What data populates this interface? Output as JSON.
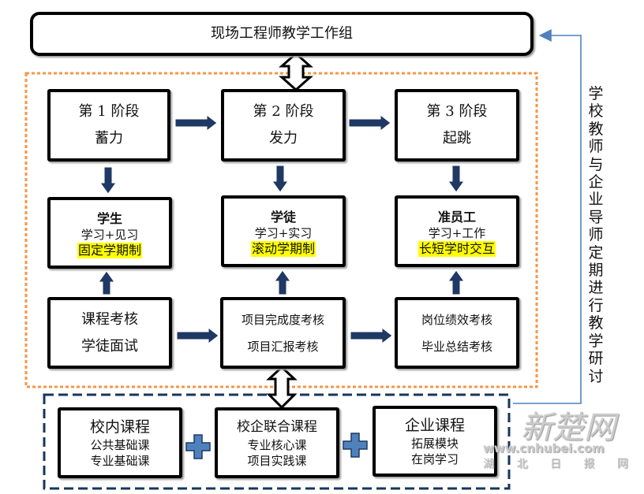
{
  "top_box": {
    "label": "现场工程师教学工作组"
  },
  "stages": [
    {
      "title": "第 1 阶段",
      "subtitle": "蓄力"
    },
    {
      "title": "第 2 阶段",
      "subtitle": "发力"
    },
    {
      "title": "第 3 阶段",
      "subtitle": "起跳"
    }
  ],
  "roles": [
    {
      "name": "学生",
      "mode": "学习+见习",
      "system": "固定学期制"
    },
    {
      "name": "学徒",
      "mode": "学习+实习",
      "system": "滚动学期制"
    },
    {
      "name": "准员工",
      "mode": "学习+工作",
      "system": "长短学时交互"
    }
  ],
  "assessments": [
    {
      "line1": "课程考核",
      "line2": "学徒面试"
    },
    {
      "line1": "项目完成度考核",
      "line2": "项目汇报考核"
    },
    {
      "line1": "岗位绩效考核",
      "line2": "毕业总结考核"
    }
  ],
  "courses": [
    {
      "title": "校内课程",
      "line1": "公共基础课",
      "line2": "专业基础课"
    },
    {
      "title": "校企联合课程",
      "line1": "专业核心课",
      "line2": "项目实践课"
    },
    {
      "title": "企业课程",
      "line1": "拓展模块",
      "line2": "在岗学习"
    }
  ],
  "side_text": "学校教师与企业导师定期进行教学研讨",
  "watermark": {
    "logo": "新楚网",
    "url": "www.cnhubei.com",
    "name": "湖 北 日 报 网"
  },
  "colors": {
    "arrow": "#1f3864",
    "orange_border": "#f79646",
    "navy_border": "#17365d",
    "highlight": "#ffff00",
    "side_line": "#4f81bd"
  }
}
